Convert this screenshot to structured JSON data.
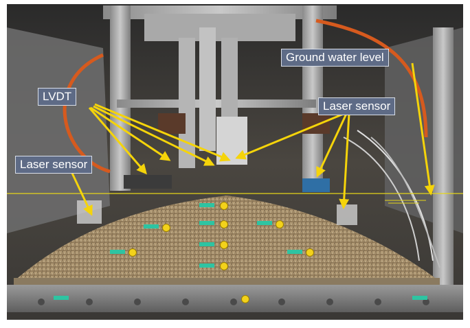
{
  "labels": {
    "lvdt": "LVDT",
    "laser_left": "Laser sensor",
    "laser_right": "Laser sensor",
    "ground_water": "Ground water level"
  },
  "colors": {
    "label_bg": "#5e6b86",
    "arrow": "#f5d40a",
    "water_line": "#e6d619",
    "sensor_bar": "#2ec4a2",
    "sensor_dot": "#f3d21b"
  }
}
